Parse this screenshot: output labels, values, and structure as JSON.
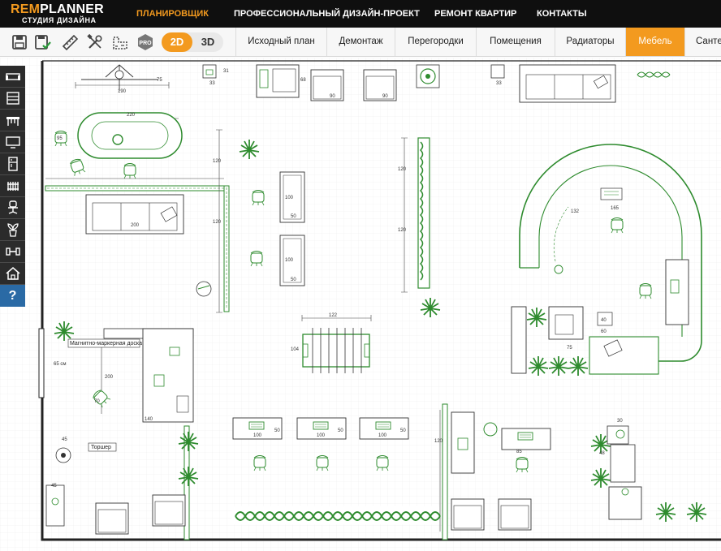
{
  "logo": {
    "main_a": "REM",
    "main_b": "PLANNER",
    "sub": "СТУДИЯ ДИЗАЙНА"
  },
  "topnav": [
    {
      "label": "ПЛАНИРОВЩИК",
      "active": true
    },
    {
      "label": "ПРОФЕССИОНАЛЬНЫЙ ДИЗАЙН-ПРОЕКТ",
      "active": false
    },
    {
      "label": "РЕМОНТ КВАРТИР",
      "active": false
    },
    {
      "label": "КОНТАКТЫ",
      "active": false
    }
  ],
  "toolbar": {
    "mode_2d": "2D",
    "mode_3d": "3D",
    "pro_badge": "PRO",
    "icons": [
      "save-icon",
      "save-check-icon",
      "ruler-icon",
      "tools-icon",
      "blueprint-icon",
      "pro-icon"
    ]
  },
  "tabs": [
    {
      "label": "Исходный план",
      "active": false
    },
    {
      "label": "Демонтаж",
      "active": false
    },
    {
      "label": "Перегородки",
      "active": false
    },
    {
      "label": "Помещения",
      "active": false
    },
    {
      "label": "Радиаторы",
      "active": false
    },
    {
      "label": "Мебель",
      "active": true
    },
    {
      "label": "Сантехника",
      "active": false
    }
  ],
  "sidebar": {
    "items": [
      "sofa-icon",
      "wardrobe-icon",
      "table-icon",
      "tv-icon",
      "fridge-icon",
      "radiator-icon",
      "chair-icon",
      "plant-icon",
      "gym-icon",
      "home-icon"
    ],
    "help": "?"
  },
  "plan": {
    "callouts": {
      "whiteboard": "Магнитно-маркерная доска",
      "floor_lamp": "Торшер"
    },
    "dims": {
      "d33a": "33",
      "d31": "31",
      "d68": "68",
      "d90a": "90",
      "d90b": "90",
      "d33b": "33",
      "d190": "190",
      "d75": "75",
      "d220": "220",
      "d95": "95",
      "d120a": "120",
      "d120b": "120",
      "d120c": "120",
      "d120d": "120",
      "d100a": "100",
      "d100b": "100",
      "d50a": "50",
      "d50b": "50",
      "d200a": "200",
      "d200b": "200",
      "d122": "122",
      "d104": "104",
      "d140": "140",
      "d70": "70",
      "d45a": "45",
      "d45b": "45",
      "d165": "165",
      "d132": "132",
      "d75b": "75",
      "d60": "60",
      "d40": "40",
      "d100c": "100",
      "d100d": "100",
      "d100e": "100",
      "d50c": "50",
      "d50d": "50",
      "d50e": "50",
      "d85": "85",
      "d30": "30",
      "d120e": "120",
      "d48": "48",
      "d65": "65 см"
    }
  }
}
